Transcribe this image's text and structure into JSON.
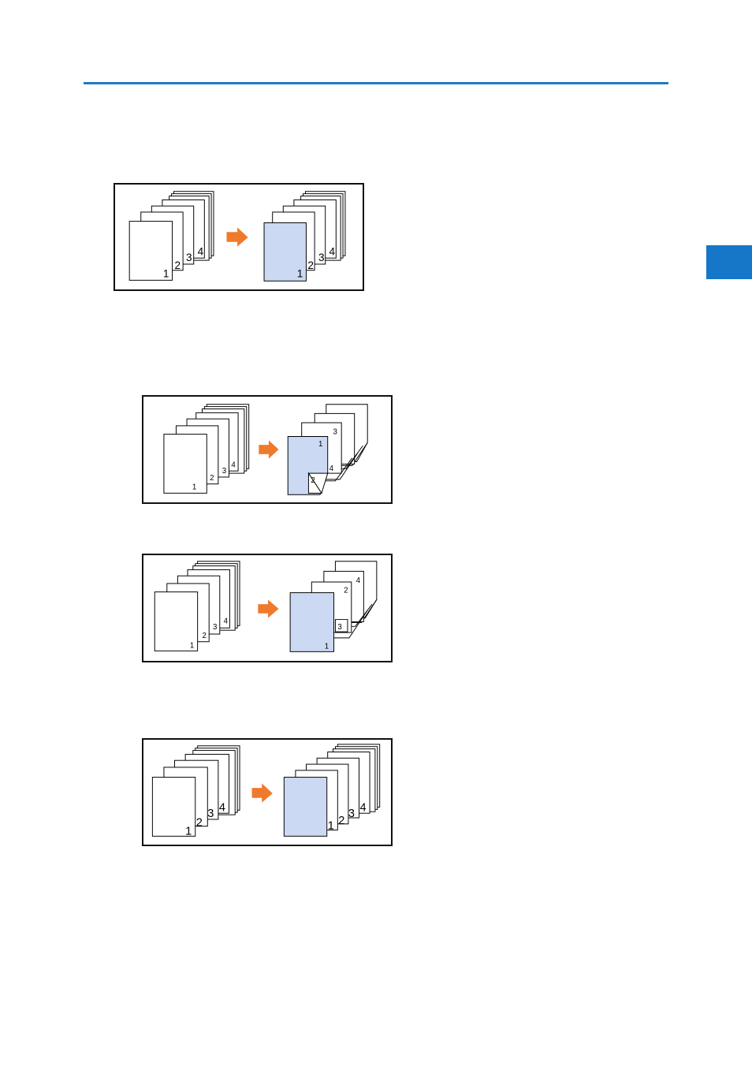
{
  "accent_color": "#1f7bc8",
  "section_tab_color": "#1676c8",
  "arrow_color": "#f07a2c",
  "highlight_page_color": "#cbd9f2",
  "figures": [
    {
      "id": "front-cover-copy",
      "source_pages": [
        "1",
        "2",
        "3",
        "4"
      ],
      "result_pages": [
        "1",
        "2",
        "3",
        "4"
      ]
    },
    {
      "id": "cover-duplex-open-right",
      "source_pages": [
        "1",
        "2",
        "3",
        "4"
      ],
      "result_pages": [
        "1",
        "2",
        "3",
        "4"
      ]
    },
    {
      "id": "cover-duplex-open-left",
      "source_pages": [
        "1",
        "2",
        "3",
        "4"
      ],
      "result_pages": [
        "1",
        "2",
        "3",
        "4"
      ]
    },
    {
      "id": "front-cover-blank",
      "source_pages": [
        "1",
        "2",
        "3",
        "4"
      ],
      "result_pages": [
        "1",
        "2",
        "3",
        "4"
      ]
    }
  ]
}
